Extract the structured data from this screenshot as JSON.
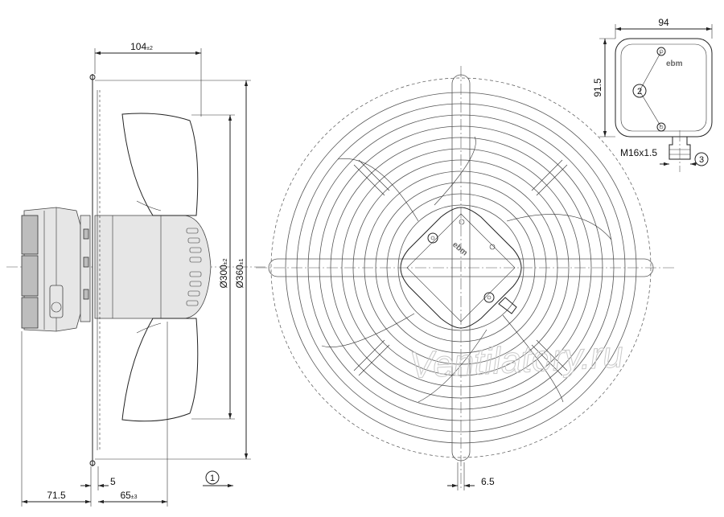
{
  "dimensions": {
    "overall_depth": {
      "value": "104",
      "tolerance": "±2"
    },
    "diameter_300": {
      "value": "Ø300",
      "tolerance": "±2"
    },
    "diameter_360": {
      "value": "Ø360",
      "tolerance": "±1"
    },
    "box_width": "94",
    "box_height": "91.5",
    "thread": "M16x1.5",
    "motor_depth": "71.5",
    "flange_offset": "5",
    "mount_depth": {
      "value": "65",
      "tolerance": "±3"
    },
    "hole_size": "6.5"
  },
  "callouts": [
    "1",
    "2",
    "3"
  ],
  "brand": "ebm",
  "watermark": "Ventilatory.ru"
}
